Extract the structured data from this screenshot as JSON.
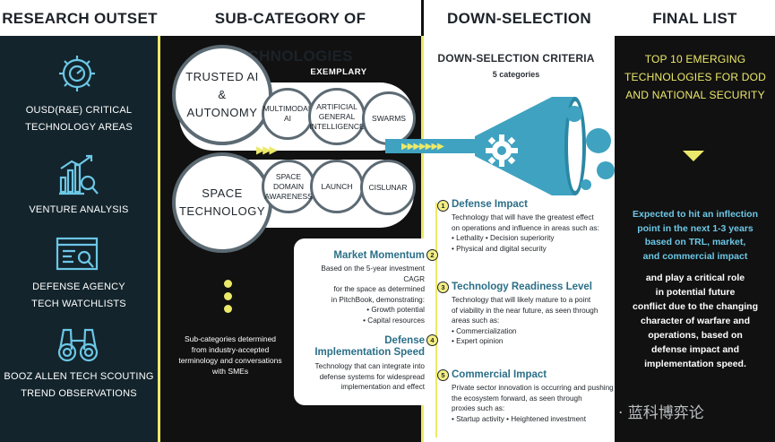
{
  "headers": {
    "research": "RESEARCH OUTSET",
    "subcategory": "SUB-CATEGORY OF TECHNOLOGIES",
    "downselection": "DOWN-SELECTION",
    "finallist": "FINAL LIST"
  },
  "research_items": [
    {
      "icon": "gear-gauge-icon",
      "line1": "OUSD(R&E) CRITICAL",
      "line2": "TECHNOLOGY AREAS"
    },
    {
      "icon": "bar-chart-magnifier-icon",
      "line1": "VENTURE ANALYSIS",
      "line2": ""
    },
    {
      "icon": "browser-search-icon",
      "line1": "DEFENSE AGENCY",
      "line2": "TECH WATCHLISTS"
    },
    {
      "icon": "binoculars-icon",
      "line1": "BOOZ ALLEN TECH SCOUTING",
      "line2": "TREND OBSERVATIONS"
    }
  ],
  "subcategory": {
    "exemplary": "EXEMPLARY",
    "group1": {
      "line1": "TRUSTED AI",
      "line2": "&",
      "line3": "AUTONOMY",
      "items": [
        [
          "MULTIMODAL",
          "AI"
        ],
        [
          "ARTIFICIAL",
          "GENERAL",
          "INTELLIGENCE"
        ],
        [
          "SWARMS"
        ]
      ]
    },
    "group2": {
      "line1": "SPACE",
      "line2": "TECHNOLOGY",
      "items": [
        [
          "SPACE",
          "DOMAIN",
          "AWARENESS"
        ],
        [
          "LAUNCH"
        ],
        [
          "CISLUNAR"
        ]
      ]
    },
    "note": [
      "Sub-categories determined",
      "from industry-accepted",
      "terminology and conversations",
      "with SMEs"
    ]
  },
  "downselection": {
    "title": "DOWN-SELECTION CRITERIA",
    "subtitle": "5 categories",
    "criteria": [
      {
        "num": "1",
        "title": "Defense Impact",
        "text": [
          "Technology that will have the greatest effect",
          "on operations and influence in areas such as:"
        ],
        "bullets": [
          "• Lethality  • Decision superiority",
          "• Physical and digital security"
        ]
      },
      {
        "num": "2",
        "title": "Market Momentum",
        "text": [
          "Based on the 5-year investment CAGR",
          "for the space as determined",
          "in PitchBook, demonstrating:"
        ],
        "bullets": [
          "• Growth potential",
          "• Capital resources"
        ]
      },
      {
        "num": "3",
        "title": "Technology Readiness Level",
        "text": [
          "Technology that will likely mature to a point",
          "of viability in the near future, as seen through",
          "areas such as:"
        ],
        "bullets": [
          "• Commercialization",
          "• Expert opinion"
        ]
      },
      {
        "num": "4",
        "title": [
          "Defense",
          "Implementation Speed"
        ],
        "text": [
          "Technology that can integrate into",
          "defense systems for widespread",
          "implementation and effect"
        ],
        "bullets": []
      },
      {
        "num": "5",
        "title": "Commercial Impact",
        "text": [
          "Private sector innovation is occurring and pushing",
          "the ecosystem forward, as seen through",
          "proxies such as:"
        ],
        "bullets": [
          "• Startup activity  • Heightened investment"
        ]
      }
    ]
  },
  "finallist": {
    "title": [
      "TOP 10 EMERGING",
      "TECHNOLOGIES FOR DOD",
      "AND NATIONAL SECURITY"
    ],
    "highlight": [
      "Expected to hit an inflection",
      "point in the next 1-3 years",
      "based on TRL, market,",
      "and commercial impact"
    ],
    "body": [
      "and play a critical role",
      "in potential future",
      "conflict due to the changing",
      "character of warfare and",
      "operations, based on",
      "defense impact and",
      "implementation speed."
    ]
  },
  "watermark": "· 蓝科博弈论",
  "colors": {
    "yellow": "#ece96a",
    "teal": "#3fa2c0",
    "highlight_blue": "#6cc7e6",
    "dark": "#111111",
    "white": "#ffffff"
  }
}
